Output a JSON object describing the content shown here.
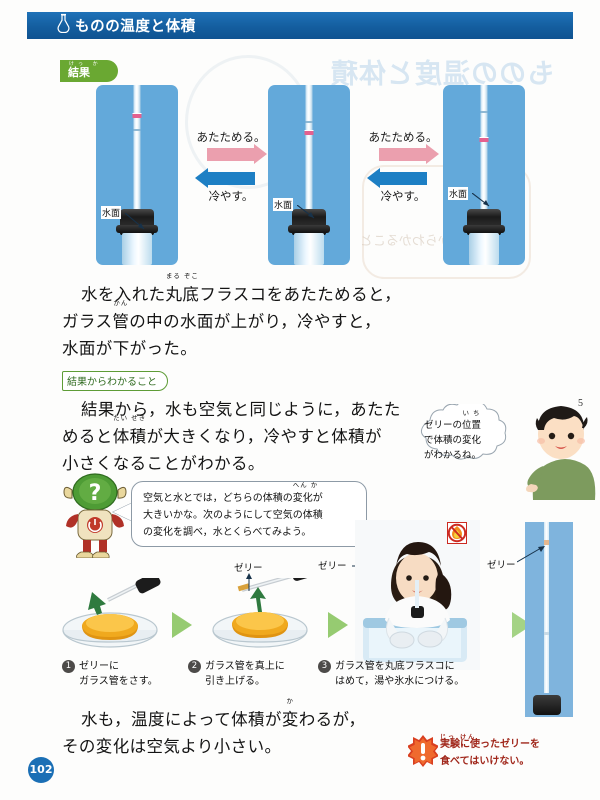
{
  "header": {
    "title": "ものの温度と体積",
    "icon": "flask-icon"
  },
  "result_badge": {
    "furigana": "けっ か",
    "label": "結果"
  },
  "photo_panels": [
    {
      "water_label": "水面",
      "level": "low"
    },
    {
      "water_label": "水面",
      "level": "mid"
    },
    {
      "water_label": "水面",
      "level": "high"
    }
  ],
  "transitions": [
    {
      "warm_label": "あたためる。",
      "cool_label": "冷やす。"
    },
    {
      "warm_label": "あたためる。",
      "cool_label": "冷やす。"
    }
  ],
  "result_text": {
    "line1_a": "水を入れた",
    "line1_ruby_base": "丸底",
    "line1_ruby_text": "まる ぞこ",
    "line1_b": "フラスコをあたためると，",
    "line2_a": "ガラス",
    "line2_ruby_base": "管",
    "line2_ruby_text": "かん",
    "line2_b": "の中の水面が上がり，冷やすと，",
    "line3": "水面が下がった。"
  },
  "conclusion_label": "結果からわかること",
  "conclusion_text": {
    "line1": "結果から，水も空気と同じように，あたた",
    "line2_a": "めると",
    "line2_ruby_base": "体積",
    "line2_ruby_text": "たい せき",
    "line2_b": "が大きくなり，冷やすと体積が",
    "line3": "小さくなることがわかる。"
  },
  "boy_cloud": {
    "line1_a": "ゼリーの",
    "line1_ruby_base": "位置",
    "line1_ruby_text": "い ち",
    "line2": "で体積の変化",
    "line3": "がわかるね。"
  },
  "side_number": "5",
  "robot_bubble": {
    "line1_a": "空気と水とでは，どちらの体積の",
    "line1_ruby_base": "変化",
    "line1_ruby_text": "へん か",
    "line1_b": "が",
    "line2": "大きいかな。次のようにして空気の体積",
    "line3": "の変化を調べ，水とくらべてみよう。"
  },
  "robot_face": "?",
  "jelly_labels": [
    "ゼリー",
    "ゼリー",
    "ゼリー"
  ],
  "steps": [
    {
      "num": "1",
      "line1": "ゼリーに",
      "line2": "ガラス管をさす。"
    },
    {
      "num": "2",
      "line1": "ガラス管を真上に",
      "line2": "引き上げる。"
    },
    {
      "num": "3",
      "line1": "ガラス管を丸底フラスコに",
      "line2": "はめて，湯や氷水につける。"
    }
  ],
  "no_flame_icon": "no-flame-icon",
  "summary_text": {
    "line1_a": "水も，温度によって体積が",
    "line1_ruby_base": "変",
    "line1_ruby_text": "か",
    "line1_b": "わるが，",
    "line2": "その変化は空気より小さい。"
  },
  "warning": {
    "icon": "warning-exclamation-icon",
    "furigana": "じっ けん",
    "line1": "実験に使ったゼリーを",
    "line2": "食べてはいけない。"
  },
  "page_number": "102",
  "watermark_text": "ものの温度と体積",
  "colors": {
    "header_blue": "#145e9f",
    "photo_blue": "#63a9da",
    "badge_green": "#6aa832",
    "warm_arrow": "#eb9fae",
    "cool_arrow": "#1d7fc4",
    "green_arrow": "#7fbf52",
    "warning_red": "#a0261a",
    "page_blue": "#1b6fb5"
  }
}
